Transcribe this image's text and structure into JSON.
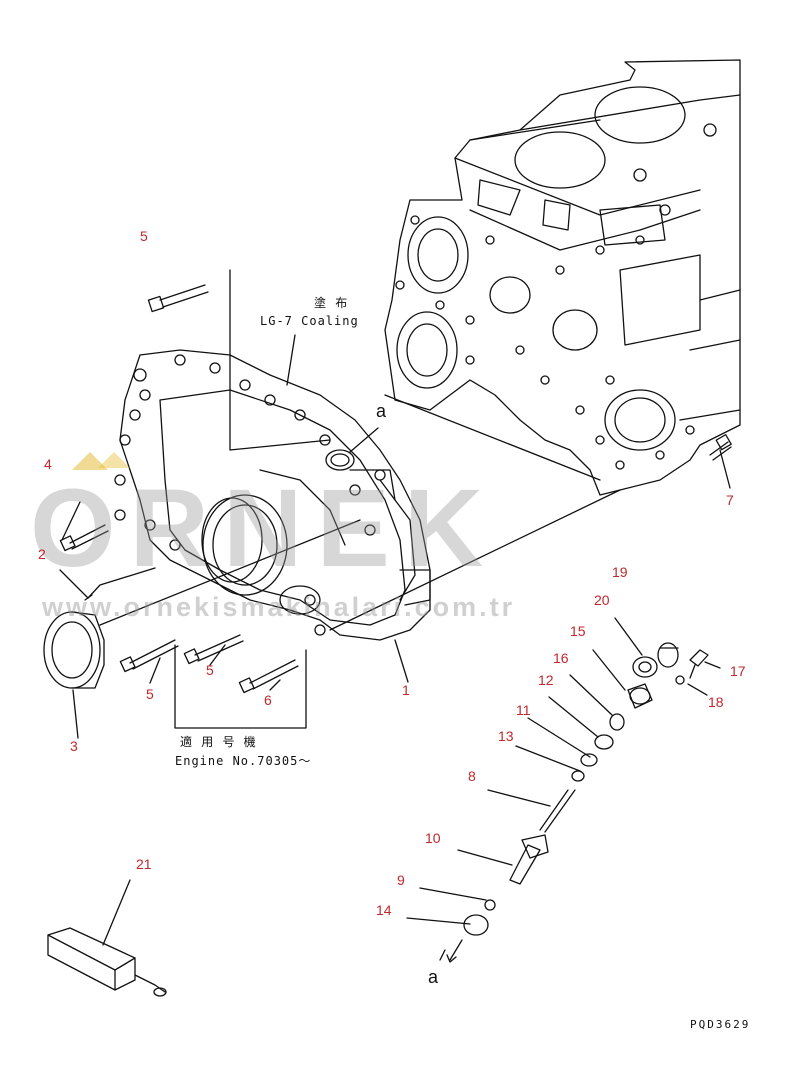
{
  "diagram": {
    "labels": [
      {
        "id": "1",
        "text": "1"
      },
      {
        "id": "2",
        "text": "2"
      },
      {
        "id": "3",
        "text": "3"
      },
      {
        "id": "4",
        "text": "4"
      },
      {
        "id": "5a",
        "text": "5"
      },
      {
        "id": "5b",
        "text": "5"
      },
      {
        "id": "5c",
        "text": "5"
      },
      {
        "id": "6",
        "text": "6"
      },
      {
        "id": "7",
        "text": "7"
      },
      {
        "id": "8",
        "text": "8"
      },
      {
        "id": "9",
        "text": "9"
      },
      {
        "id": "10",
        "text": "10"
      },
      {
        "id": "11",
        "text": "11"
      },
      {
        "id": "12",
        "text": "12"
      },
      {
        "id": "13",
        "text": "13"
      },
      {
        "id": "14",
        "text": "14"
      },
      {
        "id": "15",
        "text": "15"
      },
      {
        "id": "16",
        "text": "16"
      },
      {
        "id": "17",
        "text": "17"
      },
      {
        "id": "18",
        "text": "18"
      },
      {
        "id": "19",
        "text": "19"
      },
      {
        "id": "20",
        "text": "20"
      },
      {
        "id": "21",
        "text": "21"
      }
    ],
    "notes": {
      "coating_jp": "塗 布",
      "coating_en": "LG-7 Coaling",
      "engine_jp": "適 用 号 機",
      "engine_en": "Engine No.70305～",
      "ref_a_top": "a",
      "ref_a_bottom": "a"
    },
    "drawing_code": "PQD3629"
  },
  "watermark": {
    "brand": "ORNEK",
    "url": "www.ornekismakinalari.com.tr"
  },
  "colors": {
    "callout": "#c0282d",
    "line": "#111111",
    "watermark": "#969696"
  }
}
